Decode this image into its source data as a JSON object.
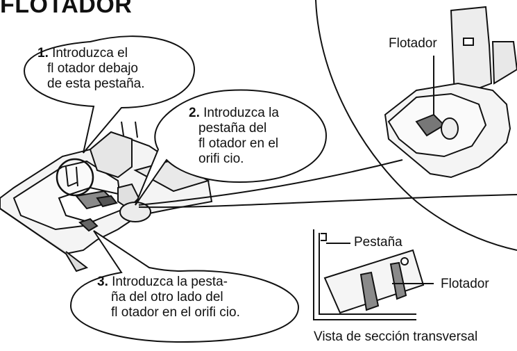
{
  "title": "FLOTADOR",
  "steps": [
    {
      "number": "1.",
      "lines": [
        "Introduzca el",
        "fl otador debajo",
        "de esta pestaña."
      ]
    },
    {
      "number": "2.",
      "lines": [
        "Introduzca la",
        "pestaña del",
        "fl otador en el",
        "orifi cio."
      ]
    },
    {
      "number": "3.",
      "lines": [
        "Introduzca la pesta-",
        "ña del otro lado del",
        "fl otador en el orifi cio."
      ]
    }
  ],
  "labels": {
    "flotador_top": "Flotador",
    "pestana": "Pestaña",
    "flotador_section": "Flotador",
    "section_caption": "Vista de sección transversal"
  }
}
